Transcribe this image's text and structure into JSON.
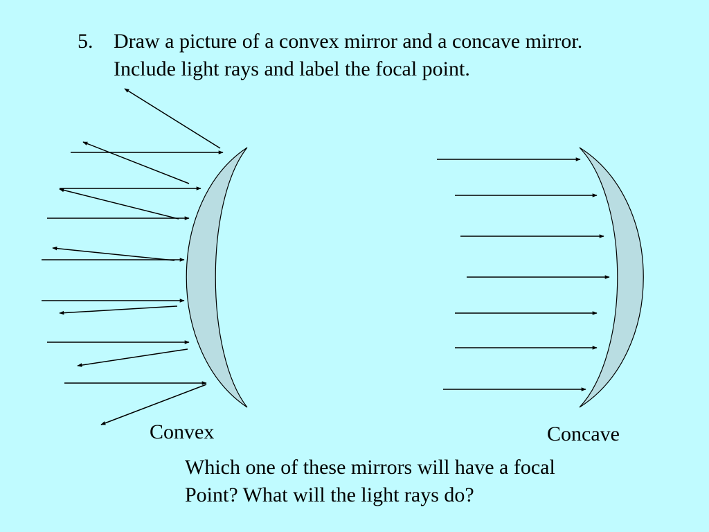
{
  "question": {
    "number": "5.",
    "line1": "Draw a picture of a convex mirror and a concave mirror.",
    "line2": "Include light rays and label the focal point."
  },
  "labels": {
    "convex": "Convex",
    "concave": "Concave"
  },
  "bottom_question": {
    "line1": "Which one of these mirrors will have a focal",
    "line2": "Point?  What will the light rays do?"
  },
  "colors": {
    "background": "#c0fbff",
    "mirror_fill": "#b9dde2",
    "line": "#000000"
  }
}
